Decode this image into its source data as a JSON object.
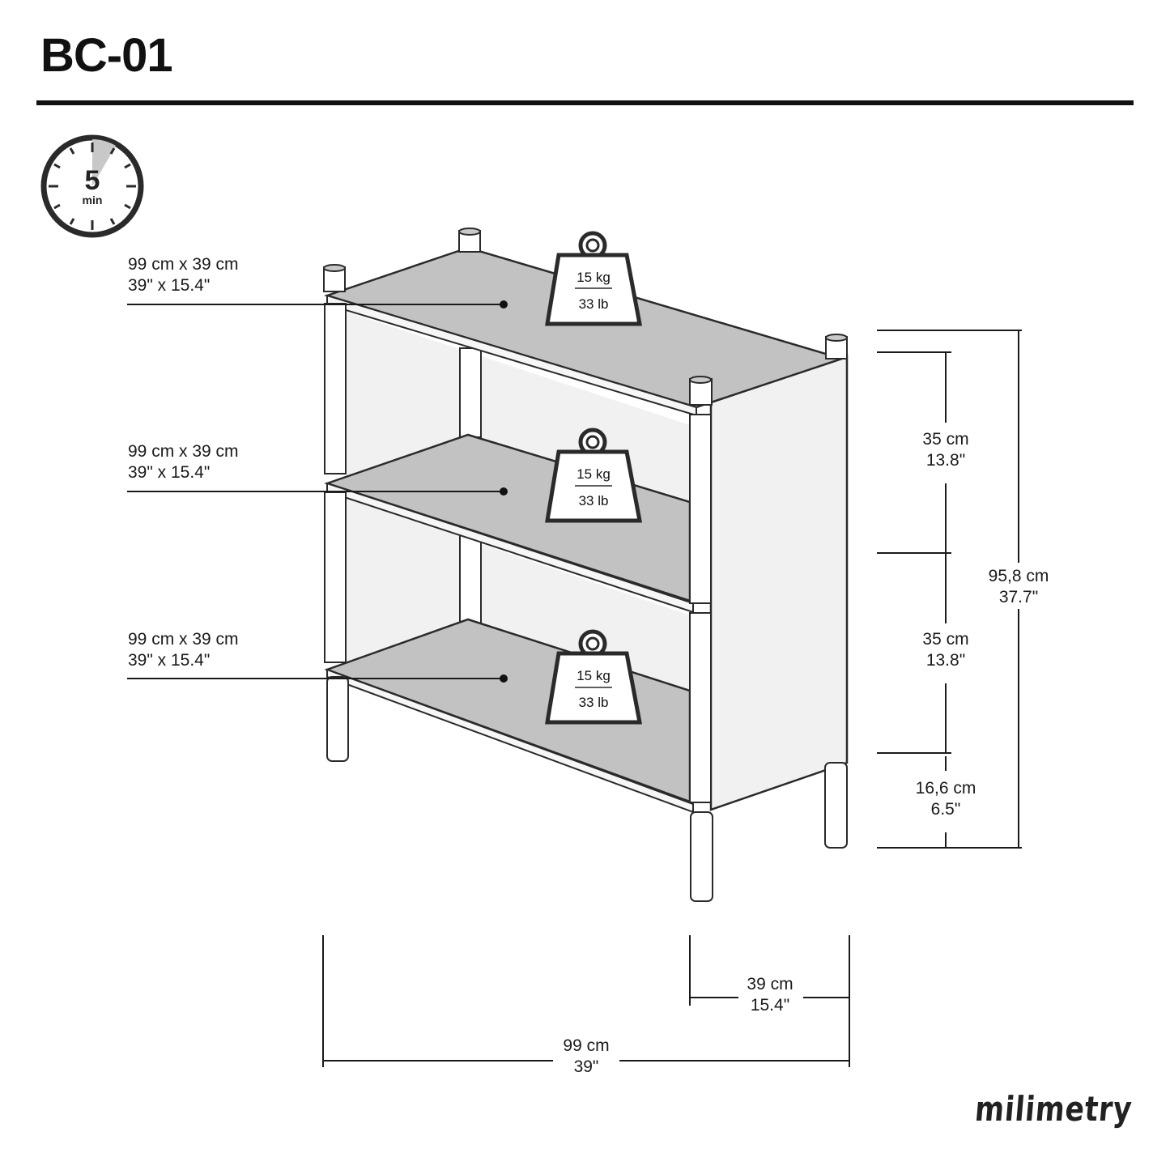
{
  "header": {
    "title": "BC-01"
  },
  "assembly_time": {
    "value": "5",
    "unit": "min",
    "icon": "stopwatch-icon"
  },
  "shelves": [
    {
      "label_metric": "99 cm x 39 cm",
      "label_imperial": "39\" x 15.4\"",
      "load_metric": "15 kg",
      "load_imperial": "33 lb"
    },
    {
      "label_metric": "99 cm x 39 cm",
      "label_imperial": "39\" x 15.4\"",
      "load_metric": "15 kg",
      "load_imperial": "33 lb"
    },
    {
      "label_metric": "99 cm x 39 cm",
      "label_imperial": "39\" x 15.4\"",
      "load_metric": "15 kg",
      "load_imperial": "33 lb"
    }
  ],
  "dimensions": {
    "compartment_top": {
      "metric": "35 cm",
      "imperial": "13.8\""
    },
    "compartment_bottom": {
      "metric": "35 cm",
      "imperial": "13.8\""
    },
    "leg_height": {
      "metric": "16,6 cm",
      "imperial": "6.5\""
    },
    "total_height": {
      "metric": "95,8 cm",
      "imperial": "37.7\""
    },
    "depth": {
      "metric": "39 cm",
      "imperial": "15.4\""
    },
    "width": {
      "metric": "99 cm",
      "imperial": "39\""
    }
  },
  "colors": {
    "shelf_top": "#c2c2c2",
    "panel": "#f1f1f1",
    "line": "#2a2a2a"
  },
  "brand": {
    "name": "milimetry"
  }
}
